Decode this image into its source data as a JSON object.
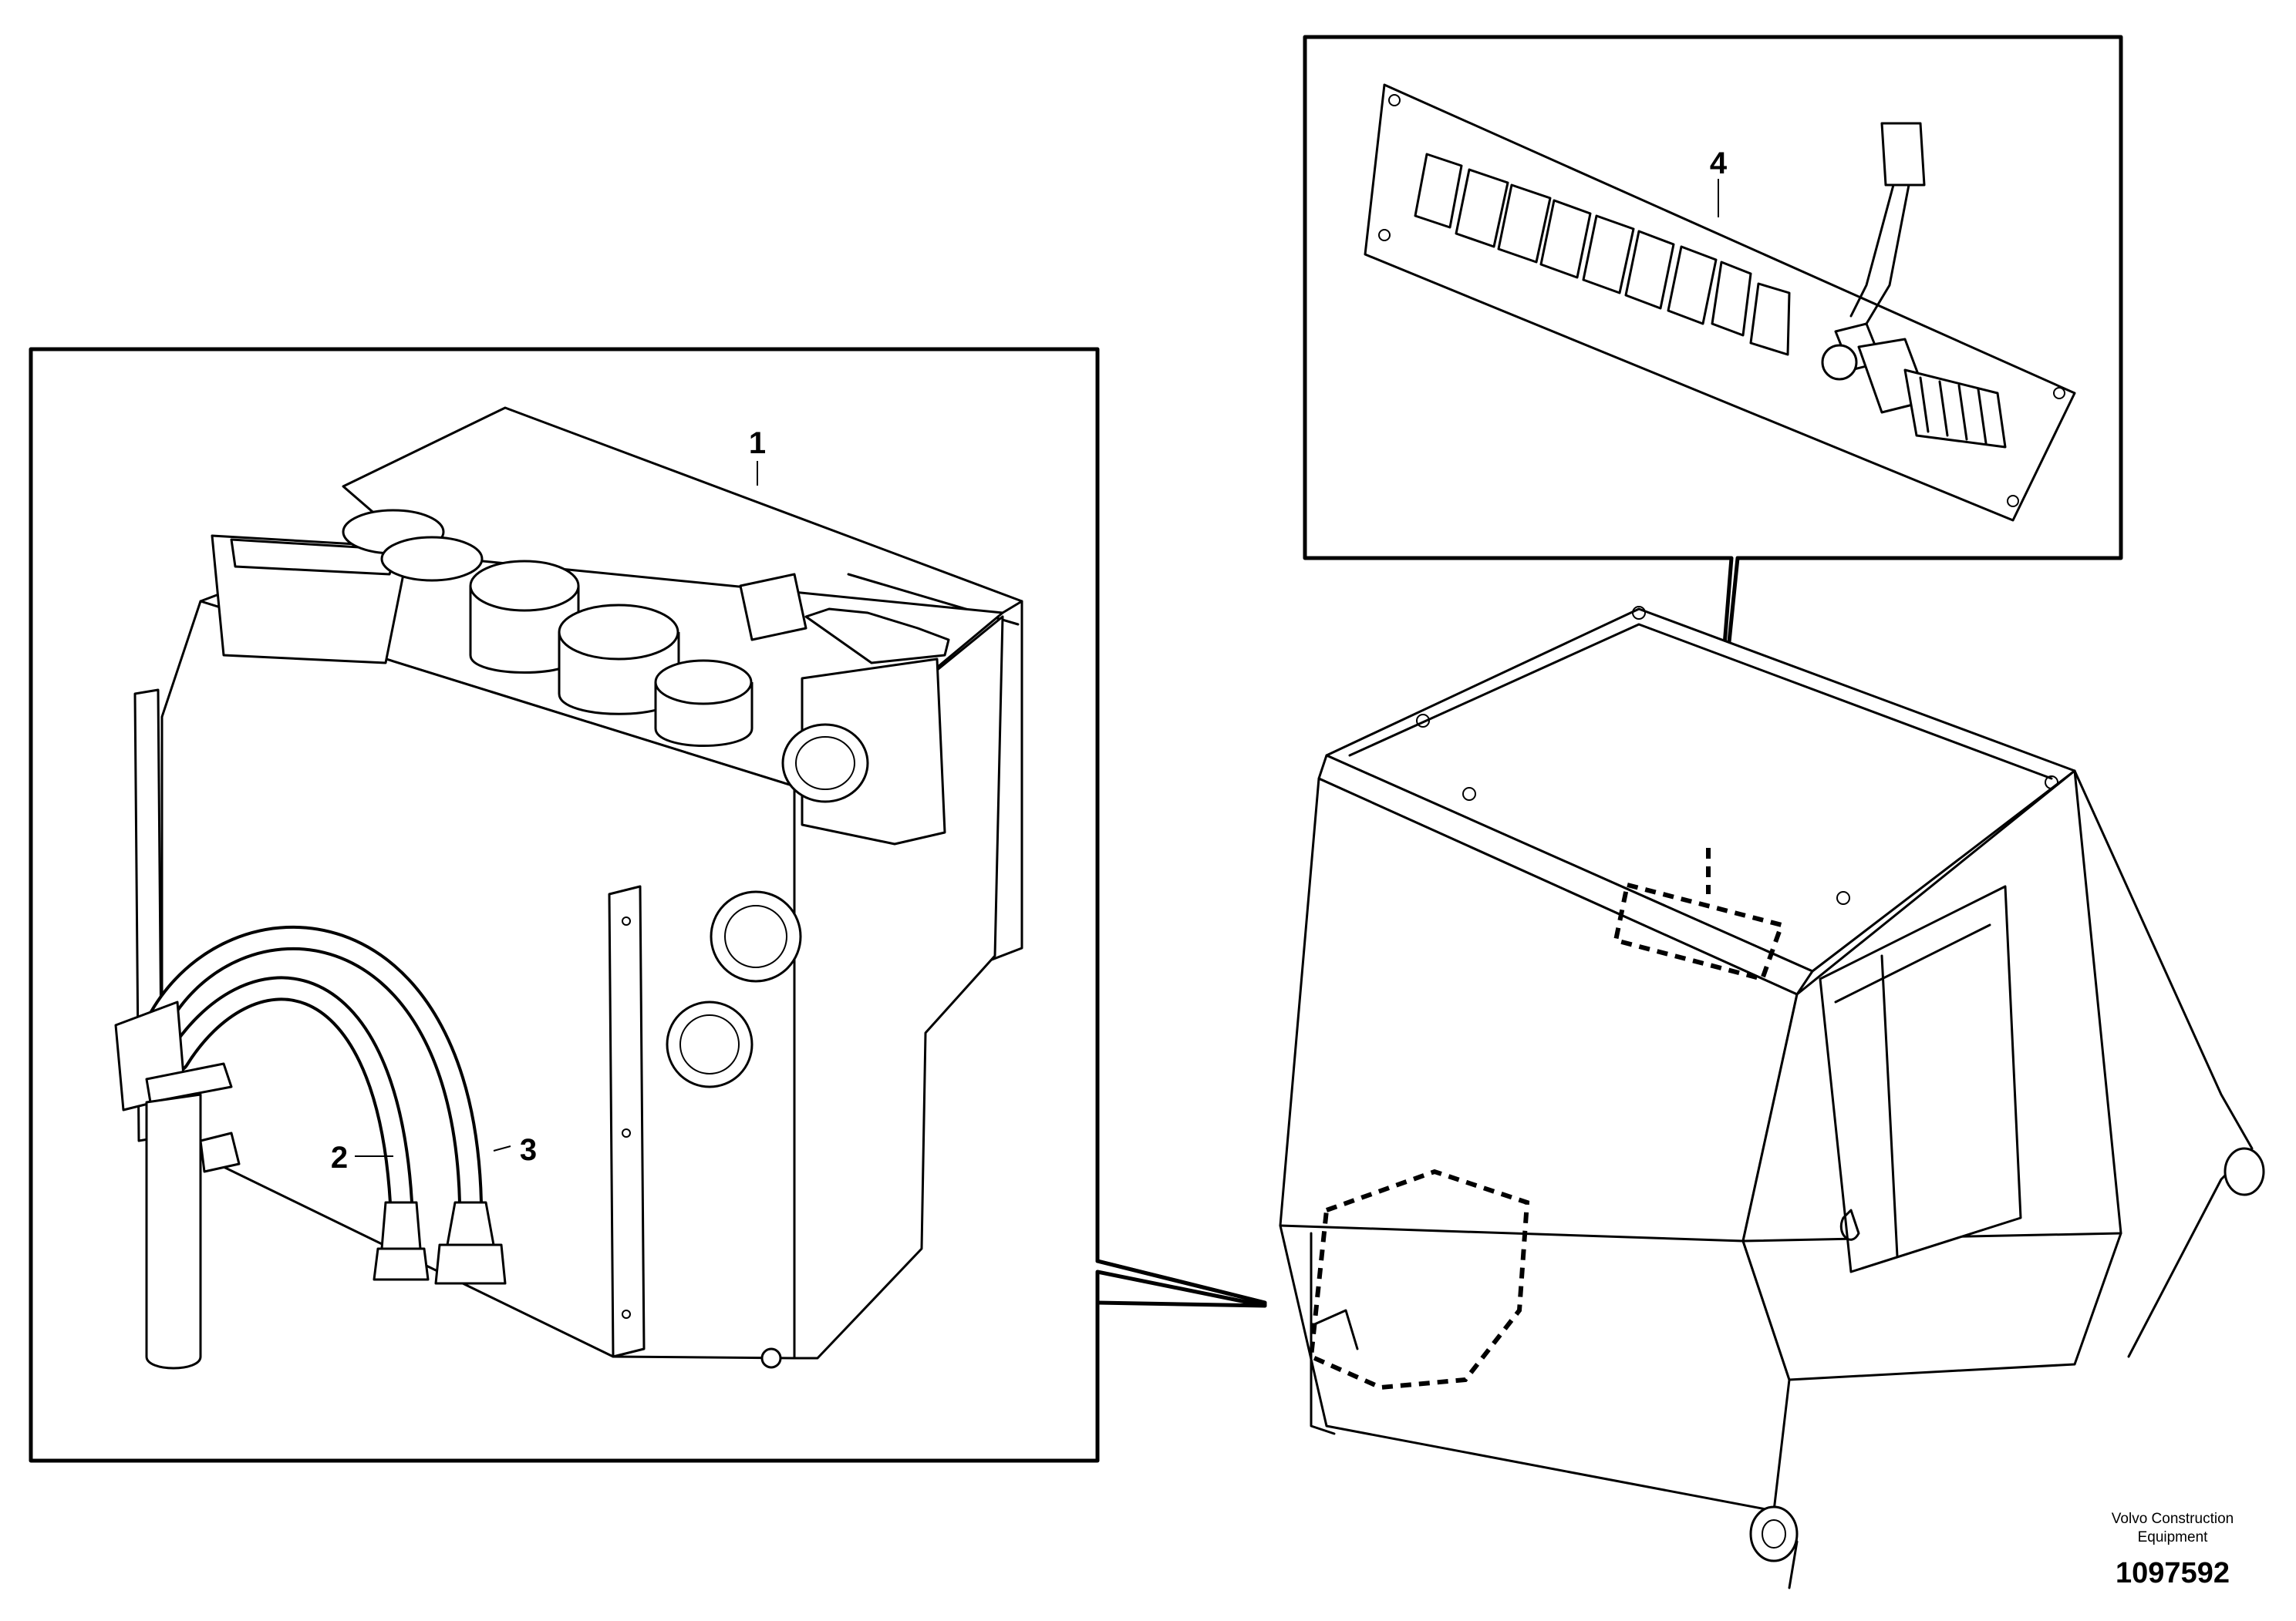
{
  "diagram": {
    "callouts": [
      {
        "id": "1",
        "label": "1"
      },
      {
        "id": "2",
        "label": "2"
      },
      {
        "id": "3",
        "label": "3"
      },
      {
        "id": "4",
        "label": "4"
      }
    ]
  },
  "footer": {
    "publisher_line1": "Volvo Construction",
    "publisher_line2": "Equipment",
    "drawing_number": "1097592"
  }
}
